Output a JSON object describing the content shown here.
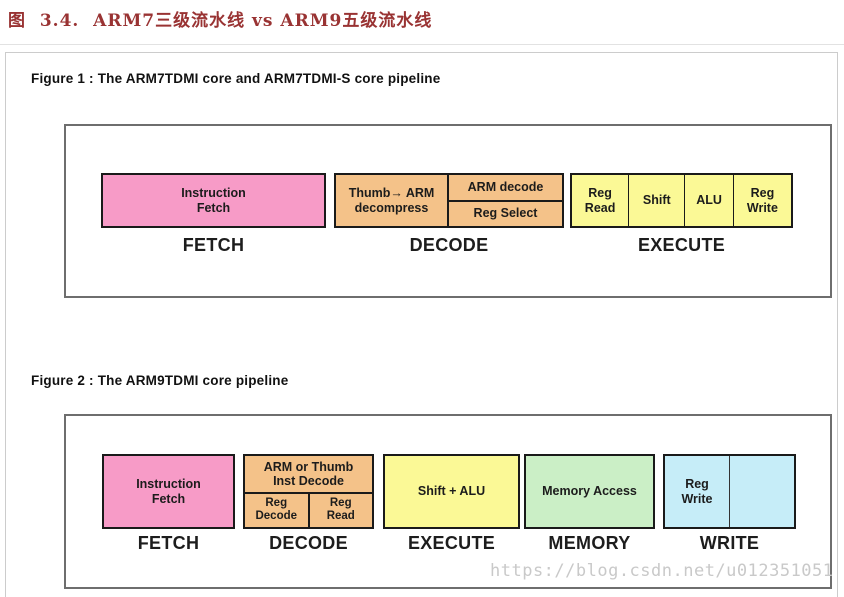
{
  "page_title": "图  3.4.  ARM7三级流水线 vs ARM9五级流水线",
  "watermark": "https://blog.csdn.net/u012351051",
  "colors": {
    "heading_red": "#993333",
    "fetch_pink": "#F79BC7",
    "decode_orange": "#F4C289",
    "execute_yellow": "#FBF996",
    "memory_green": "#CBEFC6",
    "write_cyan": "#C6EDF8",
    "diagram_frame_gray": "#6e6e6e",
    "panel_border_gray": "#cccccc"
  },
  "figure1": {
    "caption": "Figure 1 : The ARM7TDMI core and ARM7TDMI-S core pipeline",
    "cells": {
      "instruction_fetch": "Instruction\nFetch",
      "thumb_decompress": "Thumb→ ARM\ndecompress",
      "arm_decode": "ARM decode",
      "reg_select": "Reg Select",
      "reg_read": "Reg\nRead",
      "shift": "Shift",
      "alu": "ALU",
      "reg_write": "Reg\nWrite"
    },
    "labels": {
      "fetch": "FETCH",
      "decode": "DECODE",
      "execute": "EXECUTE"
    }
  },
  "figure2": {
    "caption": "Figure 2 : The ARM9TDMI core pipeline",
    "cells": {
      "instruction_fetch": "Instruction\nFetch",
      "inst_decode": "ARM or Thumb\nInst Decode",
      "reg_decode": "Reg\nDecode",
      "reg_read": "Reg\nRead",
      "shift_alu": "Shift + ALU",
      "memory_access": "Memory Access",
      "reg_write": "Reg\nWrite"
    },
    "labels": {
      "fetch": "FETCH",
      "decode": "DECODE",
      "execute": "EXECUTE",
      "memory": "MEMORY",
      "write": "WRITE"
    }
  }
}
